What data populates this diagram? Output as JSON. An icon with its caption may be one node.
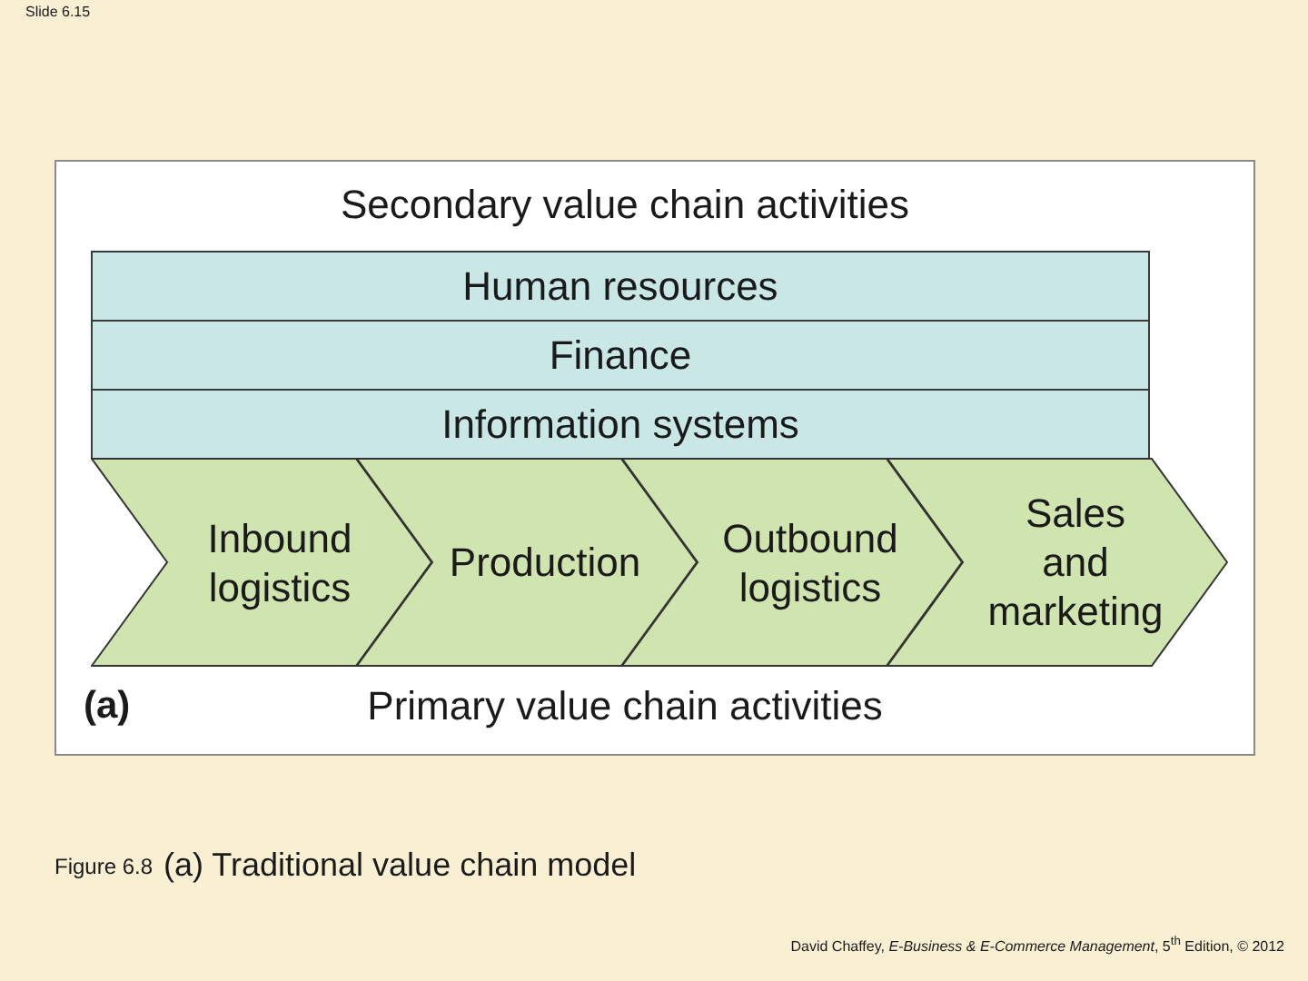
{
  "diagram": {
    "caption": "(a) Traditional value chain model",
    "nodes": [
      {
        "text": [
          "Secondary value chain activities",
          "Primary value chain activities"
        ]
      },
      {
        "text": [
          "Human resources"
        ],
        "in": 0
      },
      {
        "text": [
          "Finance"
        ],
        "in": 0
      },
      {
        "text": [
          "Information systems"
        ],
        "in": 0
      },
      {
        "text": [
          "Inbound logistics"
        ],
        "in": 0
      },
      {
        "text": [
          "Production"
        ],
        "in": 0
      },
      {
        "text": [
          "Outbound logistics"
        ],
        "in": 0
      },
      {
        "text": [
          "Sales and marketing"
        ],
        "in": 0
      }
    ],
    "labels": [
      "Slide 6.15",
      "(a)",
      "Figure 6.8",
      "David Chaffey, *E-Business & E-Commerce Management*, 5$^{th}$ Edition, © 2012"
    ]
  }
}
